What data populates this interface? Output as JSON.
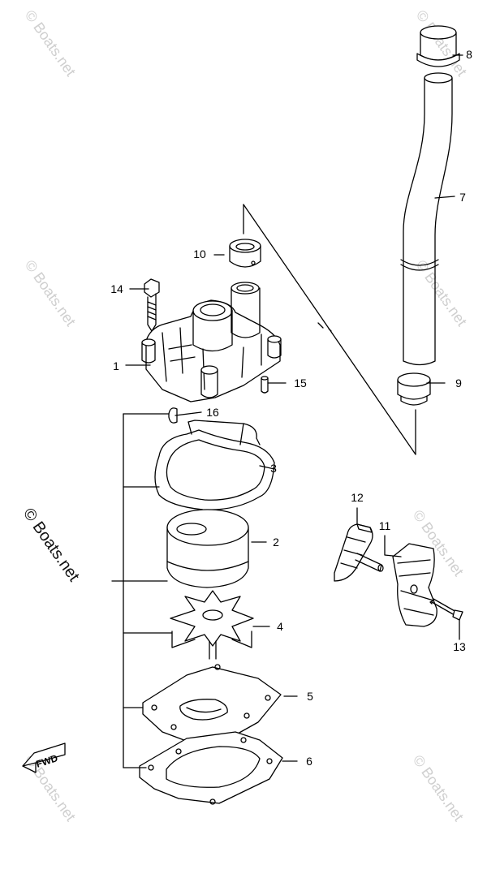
{
  "callouts": [
    {
      "id": "8",
      "label": "8"
    },
    {
      "id": "7",
      "label": "7"
    },
    {
      "id": "10",
      "label": "10"
    },
    {
      "id": "14",
      "label": "14"
    },
    {
      "id": "1",
      "label": "1"
    },
    {
      "id": "15",
      "label": "15"
    },
    {
      "id": "9",
      "label": "9"
    },
    {
      "id": "16",
      "label": "16"
    },
    {
      "id": "3",
      "label": "3"
    },
    {
      "id": "12",
      "label": "12"
    },
    {
      "id": "11",
      "label": "11"
    },
    {
      "id": "2",
      "label": "2"
    },
    {
      "id": "4",
      "label": "4"
    },
    {
      "id": "13",
      "label": "13"
    },
    {
      "id": "5",
      "label": "5"
    },
    {
      "id": "6",
      "label": "6"
    }
  ],
  "watermark": {
    "main": "© Boats.net",
    "faint": "© Boats.net"
  },
  "fwd_label": "FWD"
}
